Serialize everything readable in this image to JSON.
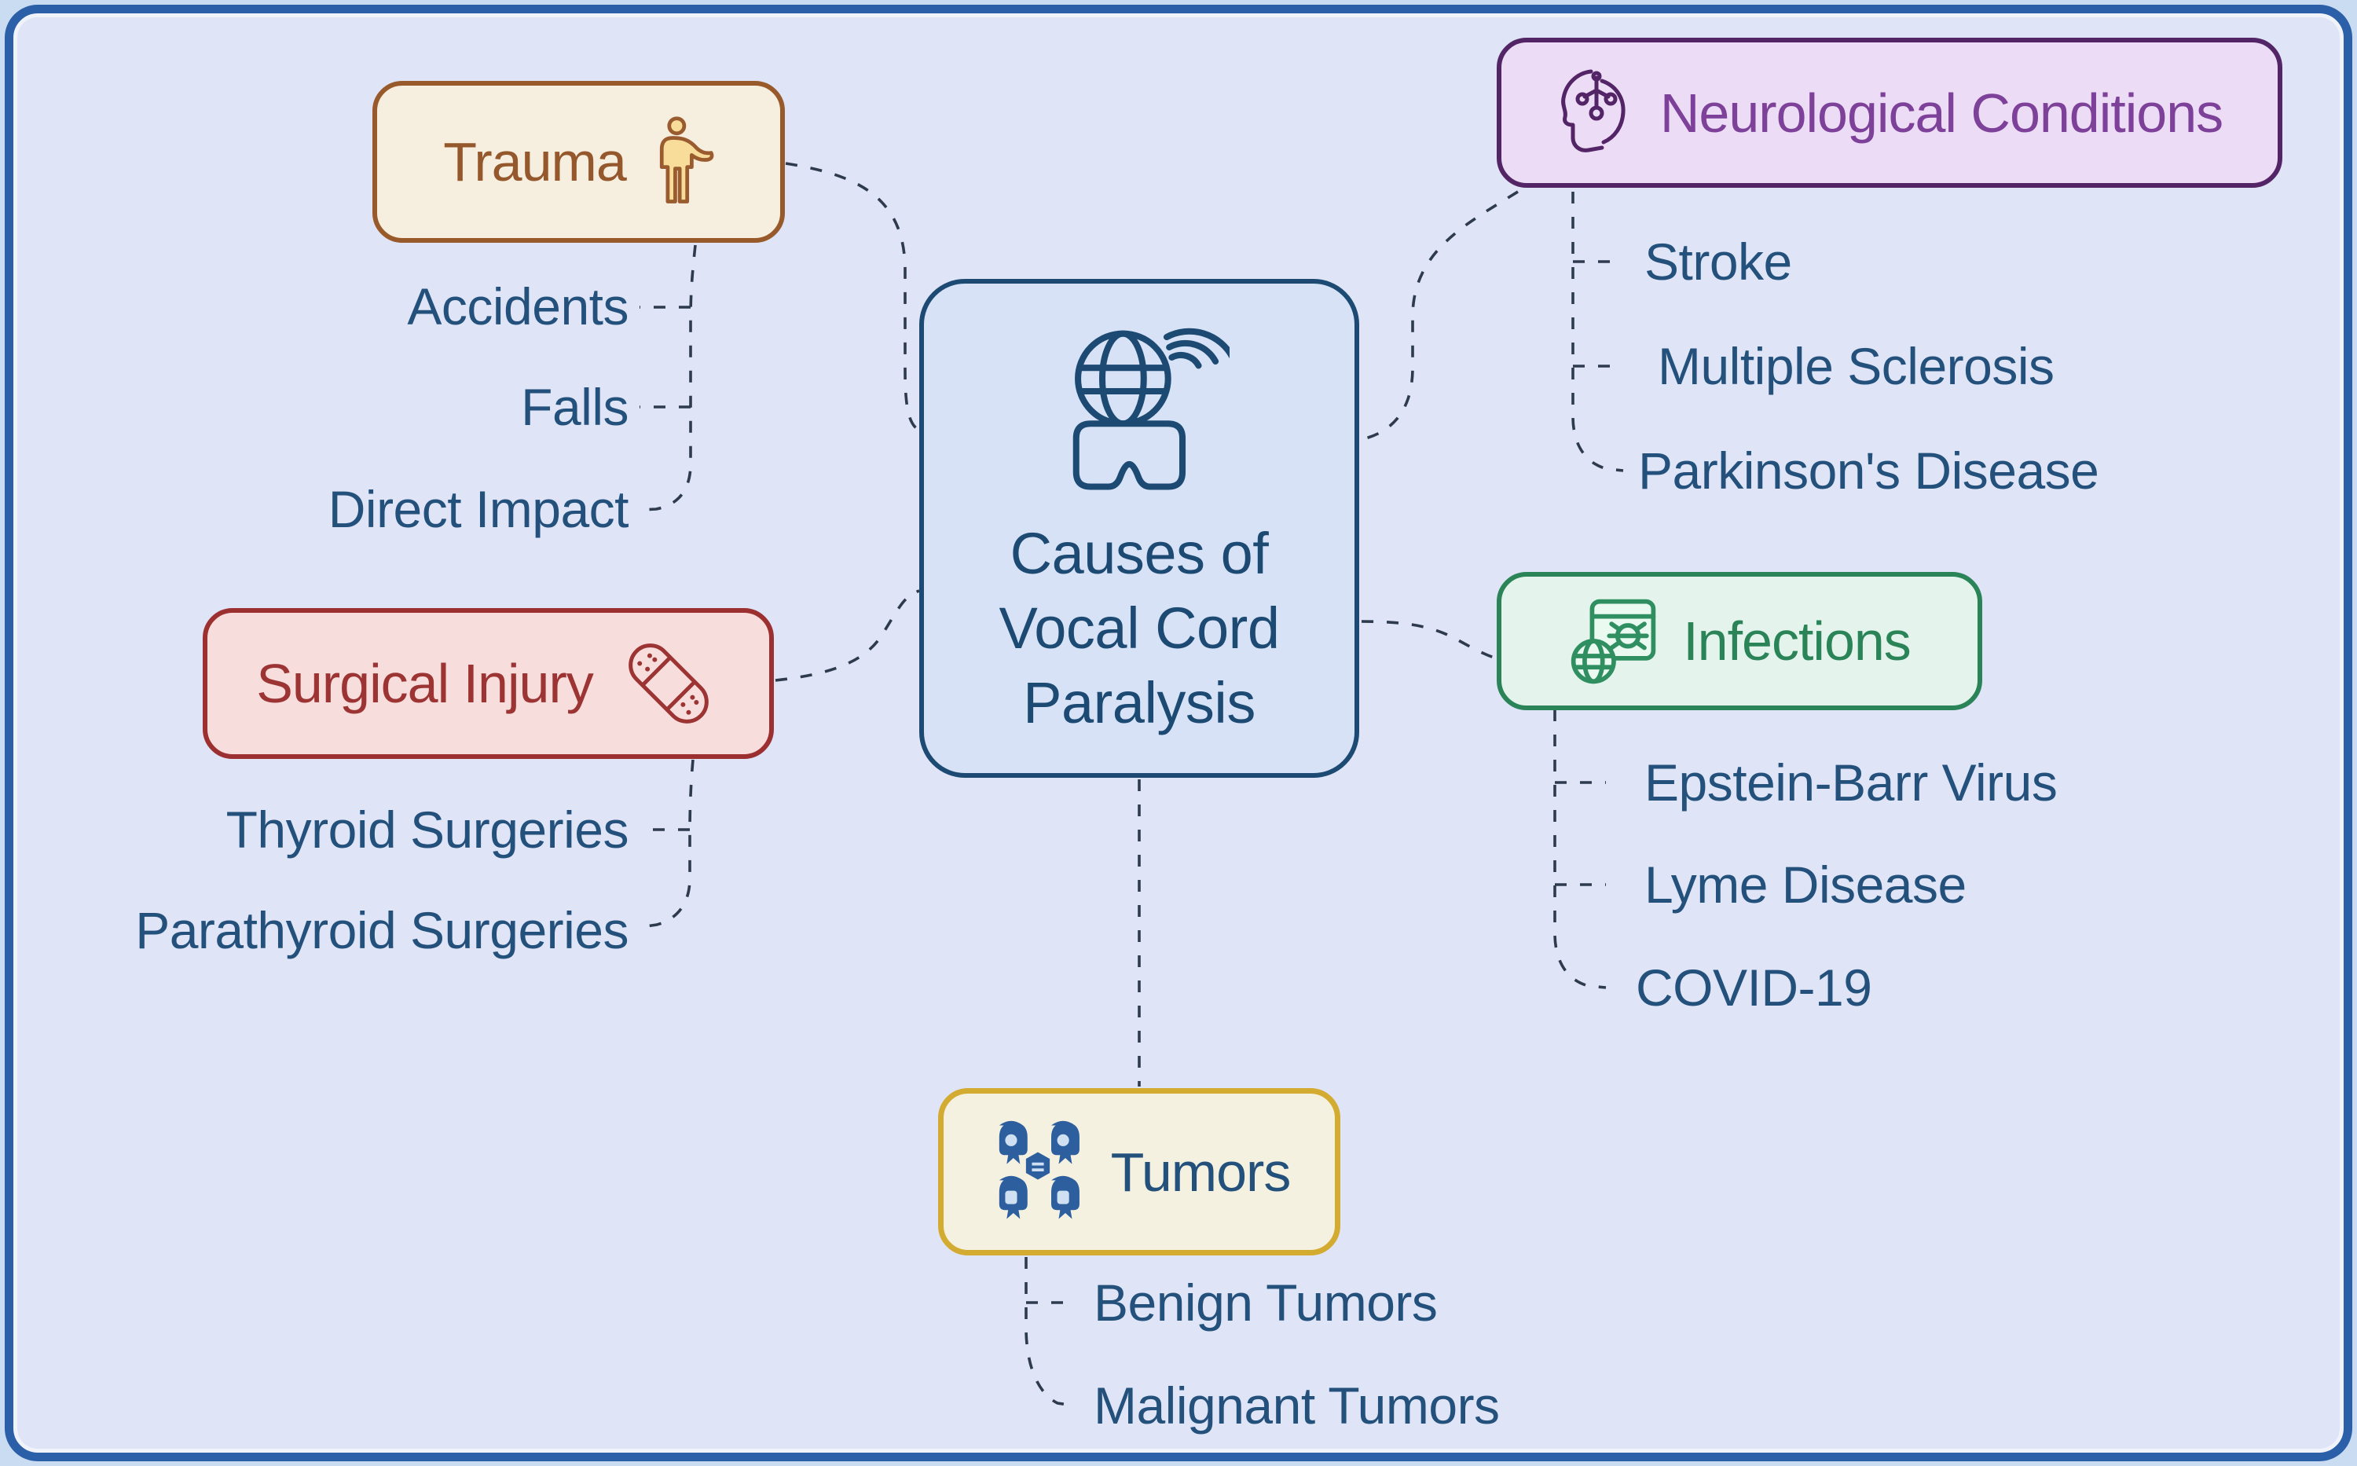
{
  "canvas": {
    "background": "#dfe4f6",
    "frame_border": "#2b5fa8",
    "connector_color": "#2e3a4e",
    "leaf_text_color": "#23517c"
  },
  "center": {
    "title": "Causes of Vocal Cord Paralysis",
    "title_lines": [
      "Causes of",
      "Vocal Cord",
      "Paralysis"
    ],
    "icon": "globe-vr-headset-icon",
    "fill": "#d7e2f7",
    "border": "#1c4a72",
    "text_color": "#1c4a72"
  },
  "branches": [
    {
      "id": "trauma",
      "label": "Trauma",
      "icon": "injured-person-icon",
      "fill": "#f6efdf",
      "border": "#995a2b",
      "text_color": "#95572c",
      "children": [
        "Accidents",
        "Falls",
        "Direct Impact"
      ]
    },
    {
      "id": "surgical-injury",
      "label": "Surgical Injury",
      "icon": "bandage-icon",
      "fill": "#f8dddd",
      "border": "#9c2f2f",
      "text_color": "#9c3434",
      "children": [
        "Thyroid Surgeries",
        "Parathyroid Surgeries"
      ]
    },
    {
      "id": "neurological-conditions",
      "label": "Neurological Conditions",
      "icon": "head-neuron-icon",
      "fill": "#ecdcf6",
      "border": "#532566",
      "text_color": "#7d4199",
      "children": [
        "Stroke",
        "Multiple Sclerosis",
        "Parkinson's Disease"
      ]
    },
    {
      "id": "infections",
      "label": "Infections",
      "icon": "web-virus-icon",
      "fill": "#e4f4ec",
      "border": "#2a8458",
      "text_color": "#2a8458",
      "children": [
        "Epstein-Barr Virus",
        "Lyme Disease",
        "COVID-19"
      ]
    },
    {
      "id": "tumors",
      "label": "Tumors",
      "icon": "cell-cluster-icon",
      "fill": "#f5f1e0",
      "border": "#d3ab31",
      "text_color": "#23517c",
      "children": [
        "Benign Tumors",
        "Malignant Tumors"
      ]
    }
  ]
}
